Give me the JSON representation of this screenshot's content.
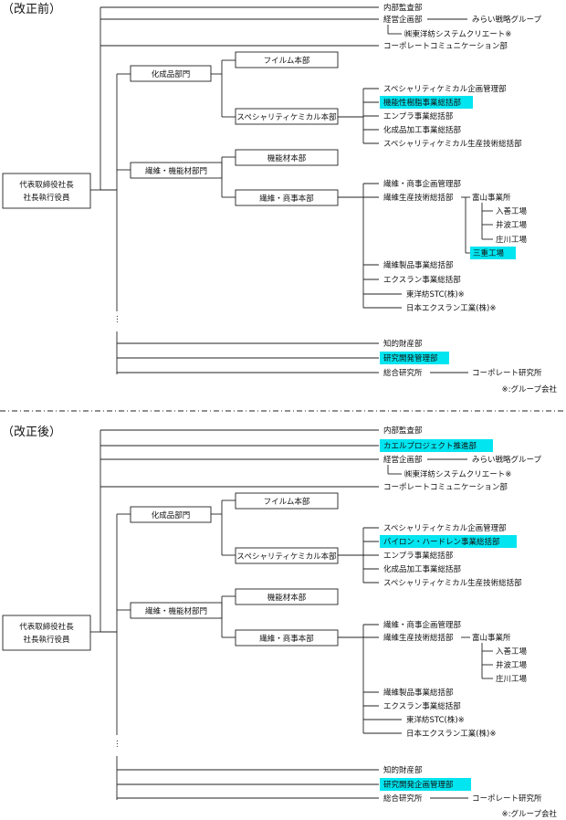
{
  "colors": {
    "highlight": "#00e5f0",
    "line": "#222222",
    "text": "#111111"
  },
  "before": {
    "title": "（改正前）",
    "ceo_line1": "代表取締役社長",
    "ceo_line2": "社長執行役員",
    "top_items": [
      "内部監査部",
      "経営企画部",
      "コーポレートコミュニケーション部"
    ],
    "planning_sub": [
      "みらい戦略グループ",
      "㈱東洋紡システムクリエート※"
    ],
    "div1": "化成品部門",
    "film": "フイルム本部",
    "sc": "スペシャリティケミカル本部",
    "sc_items": [
      "スペシャリティケミカル企画管理部",
      "機能性樹脂事業総括部",
      "エンプラ事業総括部",
      "化成品加工事業総括部",
      "スペシャリティケミカル生産技術総括部"
    ],
    "div2": "繊維・機能材部門",
    "func": "機能材本部",
    "fiber": "繊維・商事本部",
    "fiber_items": [
      "繊維・商事企画管理部",
      "繊維生産技術総括部",
      "繊維製品事業総括部",
      "エクスラン事業総括部",
      "東洋紡STC(株)※",
      "日本エクスラン工業(株)※"
    ],
    "toyama": "富山事業所",
    "plants": [
      "入善工場",
      "井波工場",
      "庄川工場",
      "三重工場"
    ],
    "bottom_items": [
      "知的財産部",
      "研究開発管理部",
      "総合研究所"
    ],
    "lab": "コーポレート研究所",
    "note": "※:グループ会社"
  },
  "after": {
    "title": "（改正後）",
    "ceo_line1": "代表取締役社長",
    "ceo_line2": "社長執行役員",
    "top_items": [
      "内部監査部",
      "カエルプロジェクト推進部",
      "経営企画部",
      "コーポレートコミュニケーション部"
    ],
    "planning_sub": [
      "みらい戦略グループ",
      "㈱東洋紡システムクリエート※"
    ],
    "div1": "化成品部門",
    "film": "フイルム本部",
    "sc": "スペシャリティケミカル本部",
    "sc_items": [
      "スペシャリティケミカル企画管理部",
      "バイロン・ハードレン事業総括部",
      "エンプラ事業総括部",
      "化成品加工事業総括部",
      "スペシャリティケミカル生産技術総括部"
    ],
    "div2": "繊維・機能材部門",
    "func": "機能材本部",
    "fiber": "繊維・商事本部",
    "fiber_items": [
      "繊維・商事企画管理部",
      "繊維生産技術総括部",
      "繊維製品事業総括部",
      "エクスラン事業総括部",
      "東洋紡STC(株)※",
      "日本エクスラン工業(株)※"
    ],
    "toyama": "富山事業所",
    "plants": [
      "入善工場",
      "井波工場",
      "庄川工場"
    ],
    "bottom_items": [
      "知的財産部",
      "研究開発企画管理部",
      "総合研究所"
    ],
    "lab": "コーポレート研究所",
    "note": "※:グループ会社"
  }
}
